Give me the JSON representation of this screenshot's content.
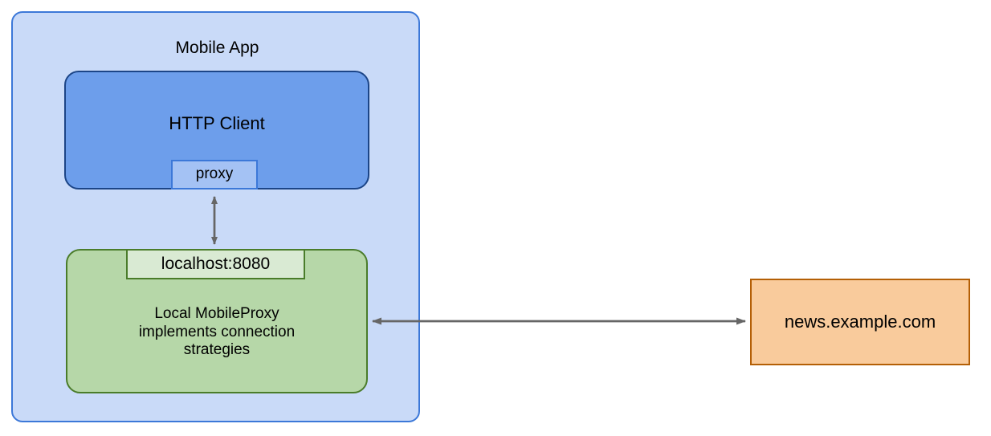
{
  "diagram": {
    "title_text": "Mobile App",
    "background_color": "#ffffff",
    "nodes": {
      "mobile_app": {
        "label": "Mobile App",
        "fill": "#c9daf8",
        "stroke": "#3c78d8",
        "shape": "rounded-rectangle"
      },
      "http_client": {
        "label": "HTTP Client",
        "fill": "#6d9eeb",
        "stroke": "#1c4587",
        "shape": "rounded-rectangle"
      },
      "proxy_port": {
        "label": "proxy",
        "fill": "#a4c2f4",
        "stroke": "#3c78d8",
        "shape": "rectangle"
      },
      "localhost_port": {
        "label": "localhost:8080",
        "fill": "#d9ead3",
        "stroke": "#4a7c2a",
        "shape": "rectangle"
      },
      "local_proxy": {
        "label": "Local MobileProxy\nimplements connection\nstrategies",
        "fill": "#b6d7a8",
        "stroke": "#4a7c2a",
        "shape": "rounded-rectangle"
      },
      "remote_server": {
        "label": "news.example.com",
        "fill": "#f9cb9c",
        "stroke": "#b45f06",
        "shape": "rectangle"
      }
    },
    "connectors": [
      {
        "name": "proxy-to-localhost-connector",
        "from": "proxy_port",
        "to": "localhost_port",
        "direction": "bidirectional",
        "orientation": "vertical",
        "color": "#666666",
        "label": ""
      },
      {
        "name": "local-proxy-to-remote-connector",
        "from": "local_proxy",
        "to": "remote_server",
        "direction": "bidirectional",
        "orientation": "horizontal",
        "color": "#666666",
        "label": ""
      }
    ]
  }
}
